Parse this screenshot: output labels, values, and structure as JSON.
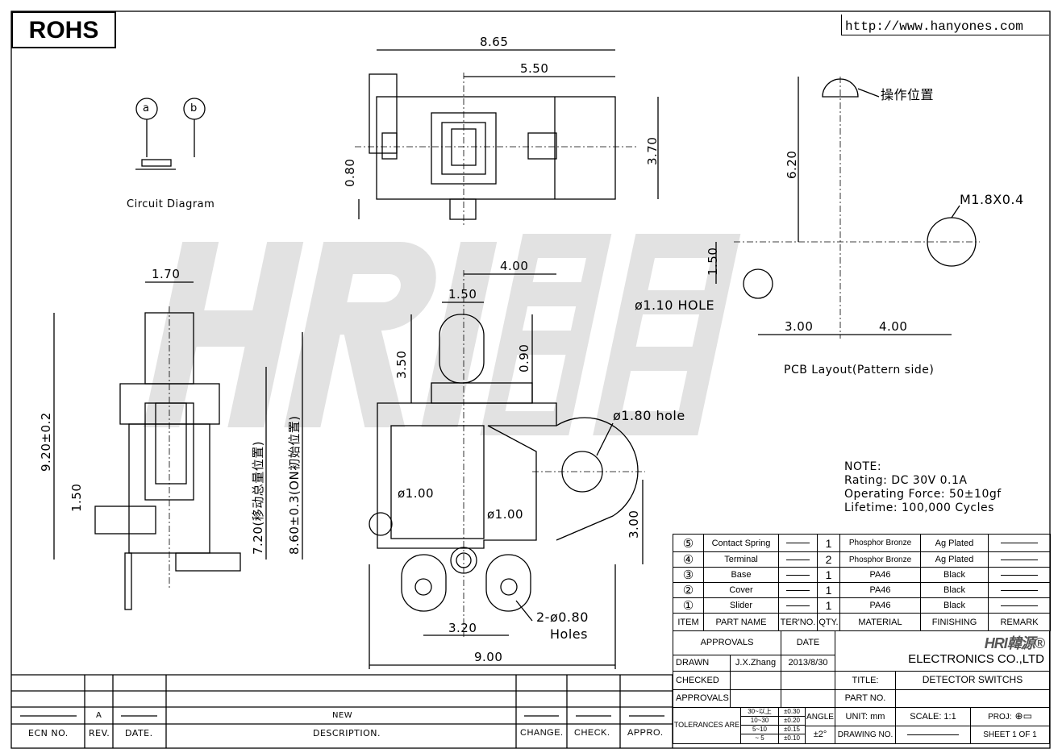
{
  "header": {
    "rohs": "ROHS",
    "url": "http://www.hanyones.com"
  },
  "watermark": "HRI韓源",
  "circuit": {
    "a": "a",
    "b": "b",
    "label": "Circuit Diagram"
  },
  "top_view": {
    "dim_width": "8.65",
    "dim_offset": "5.50",
    "dim_height": "3.70",
    "dim_pin": "0.80"
  },
  "side_view": {
    "dim_plunger": "1.70",
    "dim_total": "9.20±0.2",
    "dim_pin": "1.50",
    "dim_travel": "7.20(移动总量位置)",
    "dim_on": "8.60±0.3(ON初始位置)"
  },
  "front_view": {
    "dim_4": "4.00",
    "dim_150": "1.50",
    "dim_350": "3.50",
    "dim_090": "0.90",
    "hole_180": "ø1.80 hole",
    "hole_100a": "ø1.00",
    "hole_100b": "ø1.00",
    "dim_300": "3.00",
    "dim_320": "3.20",
    "holes_080": "2-ø0.80",
    "holes_label": "Holes",
    "dim_900": "9.00"
  },
  "pcb": {
    "operate_pos": "操作位置",
    "dim_620": "6.20",
    "screw": "M1.8X0.4",
    "dim_150": "1.50",
    "hole": "ø1.10 HOLE",
    "dim_300": "3.00",
    "dim_400": "4.00",
    "label": "PCB Layout(Pattern side)"
  },
  "note": {
    "title": "NOTE:",
    "lines": [
      "Rating: DC 30V 0.1A",
      "Operating Force: 50±10gf",
      "Lifetime: 100,000 Cycles"
    ]
  },
  "bom": {
    "rows": [
      {
        "item": "⑤",
        "name": "Contact Spring",
        "qty": "1",
        "material": "Phosphor Bronze",
        "finishing": "Ag Plated"
      },
      {
        "item": "④",
        "name": "Terminal",
        "qty": "2",
        "material": "Phosphor Bronze",
        "finishing": "Ag Plated"
      },
      {
        "item": "③",
        "name": "Base",
        "qty": "1",
        "material": "PA46",
        "finishing": "Black"
      },
      {
        "item": "②",
        "name": "Cover",
        "qty": "1",
        "material": "PA46",
        "finishing": "Black"
      },
      {
        "item": "①",
        "name": "Slider",
        "qty": "1",
        "material": "PA46",
        "finishing": "Black"
      }
    ],
    "headers": [
      "ITEM",
      "PART NAME",
      "TER'NO.",
      "QTY.",
      "MATERIAL",
      "FINISHING",
      "REMARK"
    ]
  },
  "title_block": {
    "approvals": "APPROVALS",
    "date": "DATE",
    "drawn": "DRAWN",
    "drawn_by": "J.X.Zhang",
    "drawn_date": "2013/8/30",
    "checked": "CHECKED",
    "approvals2": "APPROVALS",
    "company_logo": "HRI韓源®",
    "company": "ELECTRONICS CO.,LTD",
    "title_label": "TITLE:",
    "title": "DETECTOR SWITCHS",
    "part_no": "PART NO.",
    "tolerances": "TOLERANCES ARE",
    "tol_ranges": [
      "30~以上",
      "10~30",
      "5~10",
      "~ 5"
    ],
    "tol_values": [
      "±0.30",
      "±0.20",
      "±0.15",
      "±0.10"
    ],
    "angle": "ANGLE",
    "angle_tol": "±2°",
    "unit": "UNIT: mm",
    "scale": "SCALE:  1:1",
    "proj": "PROJ:",
    "drawing_no": "DRAWING NO.",
    "sheet": "SHEET  1 OF 1"
  },
  "revision": {
    "ecn": "ECN NO.",
    "rev": "REV.",
    "date": "DATE.",
    "desc": "DESCRIPTION.",
    "change": "CHANGE.",
    "check": "CHECK.",
    "appro": "APPRO.",
    "row_rev": "A",
    "row_desc": "NEW"
  }
}
